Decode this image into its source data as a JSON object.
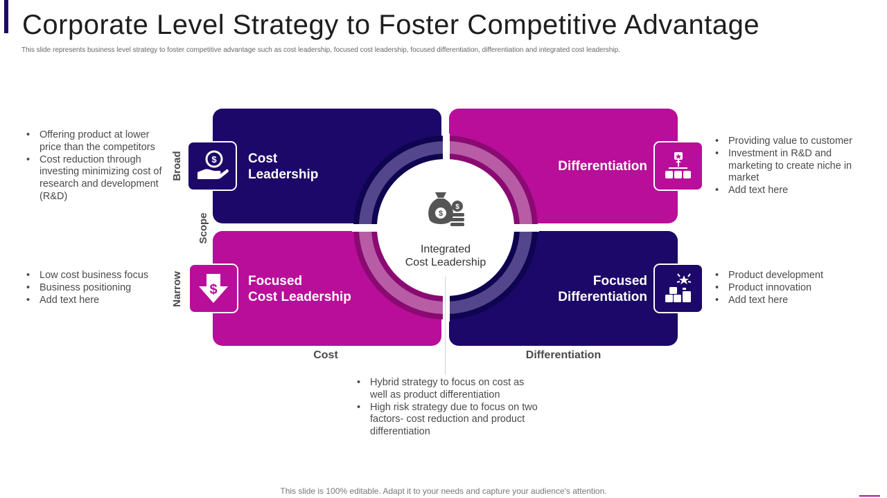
{
  "header": {
    "title": "Corporate Level Strategy to Foster Competitive Advantage",
    "subtitle": "This slide represents business level strategy to foster competitive advantage such as cost leadership, focused cost leadership, focused differentiation, differentiation and integrated cost leadership."
  },
  "colors": {
    "navy": "#1c0868",
    "magenta": "#b80e99",
    "ring_light": "#5c4e92",
    "ring_dark": "#8a0a72"
  },
  "axes": {
    "broad": "Broad",
    "scope": "Scope",
    "narrow": "Narrow",
    "cost": "Cost",
    "differentiation": "Differentiation"
  },
  "quadrants": {
    "cost_leadership": {
      "line1": "Cost",
      "line2": "Leadership",
      "icon": "hand-dollar-icon"
    },
    "differentiation": {
      "line1": "Differentiation",
      "icon": "hierarchy-boxes-icon"
    },
    "focused_cost_leadership": {
      "line1": "Focused",
      "line2": "Cost Leadership",
      "icon": "down-arrow-dollar-icon"
    },
    "focused_differentiation": {
      "line1": "Focused",
      "line2": "Differentiation",
      "icon": "boxes-star-icon"
    }
  },
  "center": {
    "line1": "Integrated",
    "line2": "Cost Leadership",
    "icon": "money-bag-icon"
  },
  "bullets": {
    "cost_leadership": [
      "Offering product at lower price than the competitors",
      "Cost reduction through investing minimizing cost of research and development (R&D)"
    ],
    "differentiation": [
      "Providing value to customer",
      "Investment in R&D and marketing to create niche in market",
      "Add text here"
    ],
    "focused_cost_leadership": [
      "Low cost business focus",
      "Business positioning",
      "Add text here"
    ],
    "focused_differentiation": [
      "Product development",
      "Product innovation",
      "Add text here"
    ],
    "integrated": [
      "Hybrid strategy to focus on cost as well as product differentiation",
      "High risk strategy due to focus on two factors- cost reduction and product differentiation"
    ]
  },
  "footer": {
    "text": "This slide is 100% editable. Adapt it to your needs and capture your audience's attention."
  }
}
